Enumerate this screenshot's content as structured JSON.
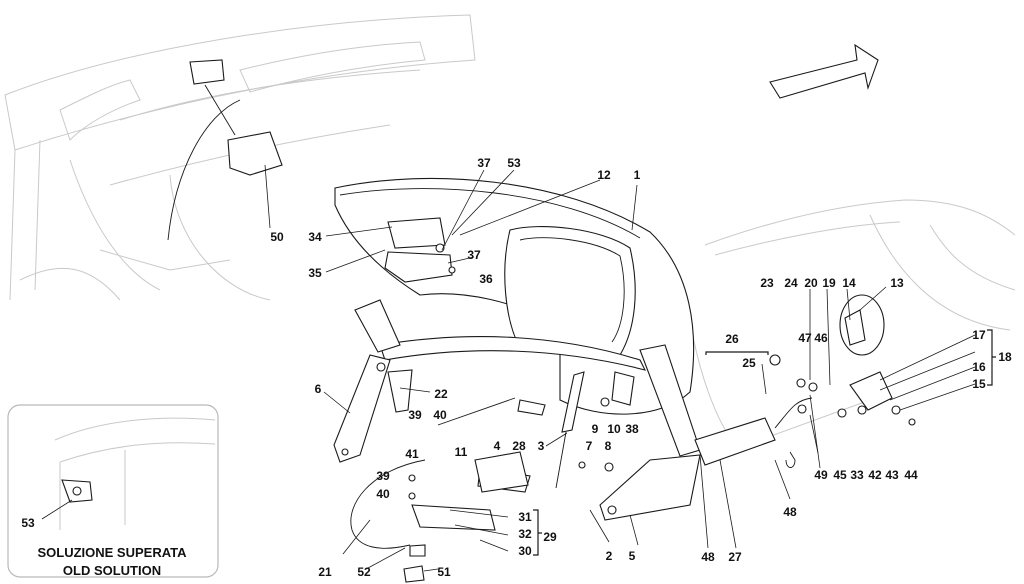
{
  "callouts": [
    {
      "n": "1"
    },
    {
      "n": "2"
    },
    {
      "n": "3"
    },
    {
      "n": "4"
    },
    {
      "n": "5"
    },
    {
      "n": "6"
    },
    {
      "n": "7"
    },
    {
      "n": "8"
    },
    {
      "n": "9"
    },
    {
      "n": "10"
    },
    {
      "n": "11"
    },
    {
      "n": "12"
    },
    {
      "n": "13"
    },
    {
      "n": "14"
    },
    {
      "n": "15"
    },
    {
      "n": "16"
    },
    {
      "n": "17"
    },
    {
      "n": "18"
    },
    {
      "n": "19"
    },
    {
      "n": "20"
    },
    {
      "n": "21"
    },
    {
      "n": "22"
    },
    {
      "n": "23"
    },
    {
      "n": "24"
    },
    {
      "n": "25"
    },
    {
      "n": "26"
    },
    {
      "n": "27"
    },
    {
      "n": "28"
    },
    {
      "n": "29"
    },
    {
      "n": "30"
    },
    {
      "n": "31"
    },
    {
      "n": "32"
    },
    {
      "n": "33"
    },
    {
      "n": "34"
    },
    {
      "n": "35"
    },
    {
      "n": "36"
    },
    {
      "n": "37"
    },
    {
      "n": "37"
    },
    {
      "n": "38"
    },
    {
      "n": "39"
    },
    {
      "n": "39"
    },
    {
      "n": "40"
    },
    {
      "n": "40"
    },
    {
      "n": "41"
    },
    {
      "n": "42"
    },
    {
      "n": "43"
    },
    {
      "n": "44"
    },
    {
      "n": "45"
    },
    {
      "n": "46"
    },
    {
      "n": "47"
    },
    {
      "n": "48"
    },
    {
      "n": "48"
    },
    {
      "n": "49"
    },
    {
      "n": "50"
    },
    {
      "n": "51"
    },
    {
      "n": "52"
    },
    {
      "n": "53"
    },
    {
      "n": "53"
    }
  ],
  "inset": {
    "label_line1": "SOLUZIONE SUPERATA",
    "label_line2": "OLD SOLUTION"
  },
  "icons": {
    "direction": "direction-arrow-icon"
  }
}
